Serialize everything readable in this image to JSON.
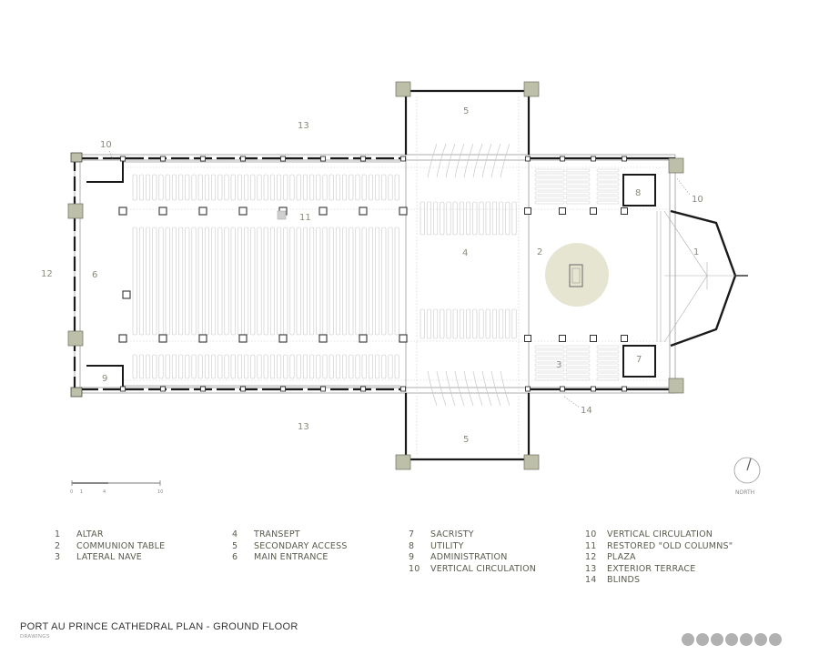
{
  "title": "PORT AU PRINCE CATHEDRAL PLAN - GROUND FLOOR",
  "subtitle": "DRAWINGS",
  "north_label": "NORTH",
  "scale_labels": [
    "0",
    "1",
    "4",
    "10"
  ],
  "plan_labels": {
    "n1": "1",
    "n2": "2",
    "n3": "3",
    "n4": "4",
    "n5_top": "5",
    "n5_bottom": "5",
    "n6": "6",
    "n7": "7",
    "n8": "8",
    "n9": "9",
    "n10_left": "10",
    "n10_right": "10",
    "n11": "11",
    "n12": "12",
    "n13_top": "13",
    "n13_bottom": "13",
    "n14": "14"
  },
  "legend": [
    [
      {
        "num": "1",
        "label": "ALTAR"
      },
      {
        "num": "2",
        "label": "COMMUNION TABLE"
      },
      {
        "num": "3",
        "label": "LATERAL NAVE"
      }
    ],
    [
      {
        "num": "4",
        "label": "TRANSEPT"
      },
      {
        "num": "5",
        "label": "SECONDARY ACCESS"
      },
      {
        "num": "6",
        "label": "MAIN ENTRANCE"
      }
    ],
    [
      {
        "num": "7",
        "label": "SACRISTY"
      },
      {
        "num": "8",
        "label": "UTILITY"
      },
      {
        "num": "9",
        "label": "ADMINISTRATION"
      },
      {
        "num": "10",
        "label": "VERTICAL CIRCULATION"
      }
    ],
    [
      {
        "num": "10",
        "label": "VERTICAL CIRCULATION"
      },
      {
        "num": "11",
        "label": "RESTORED \"OLD COLUMNS\""
      },
      {
        "num": "12",
        "label": "PLAZA"
      },
      {
        "num": "13",
        "label": "EXTERIOR TERRACE"
      },
      {
        "num": "14",
        "label": "BLINDS"
      }
    ]
  ],
  "colors": {
    "wall": "#1a1a1a",
    "column": "#bdbfa8",
    "altar_circle": "#e6e5d2",
    "pew_stroke": "#c9c9c9",
    "page_dot": "#b1b1b1"
  }
}
